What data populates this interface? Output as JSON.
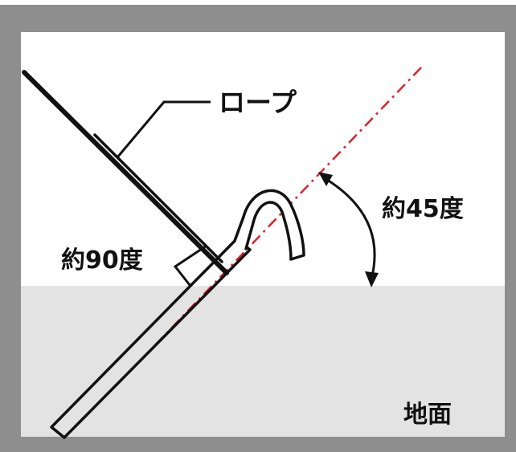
{
  "labels": {
    "rope": "ロープ",
    "angle_90": "約90度",
    "angle_45": "約45度",
    "ground": "地面"
  },
  "colors": {
    "frame": "#8e8e8e",
    "sky": "#ffffff",
    "ground": "#e3e3e3",
    "stroke": "#111111",
    "guide_line": "#e0202a"
  }
}
